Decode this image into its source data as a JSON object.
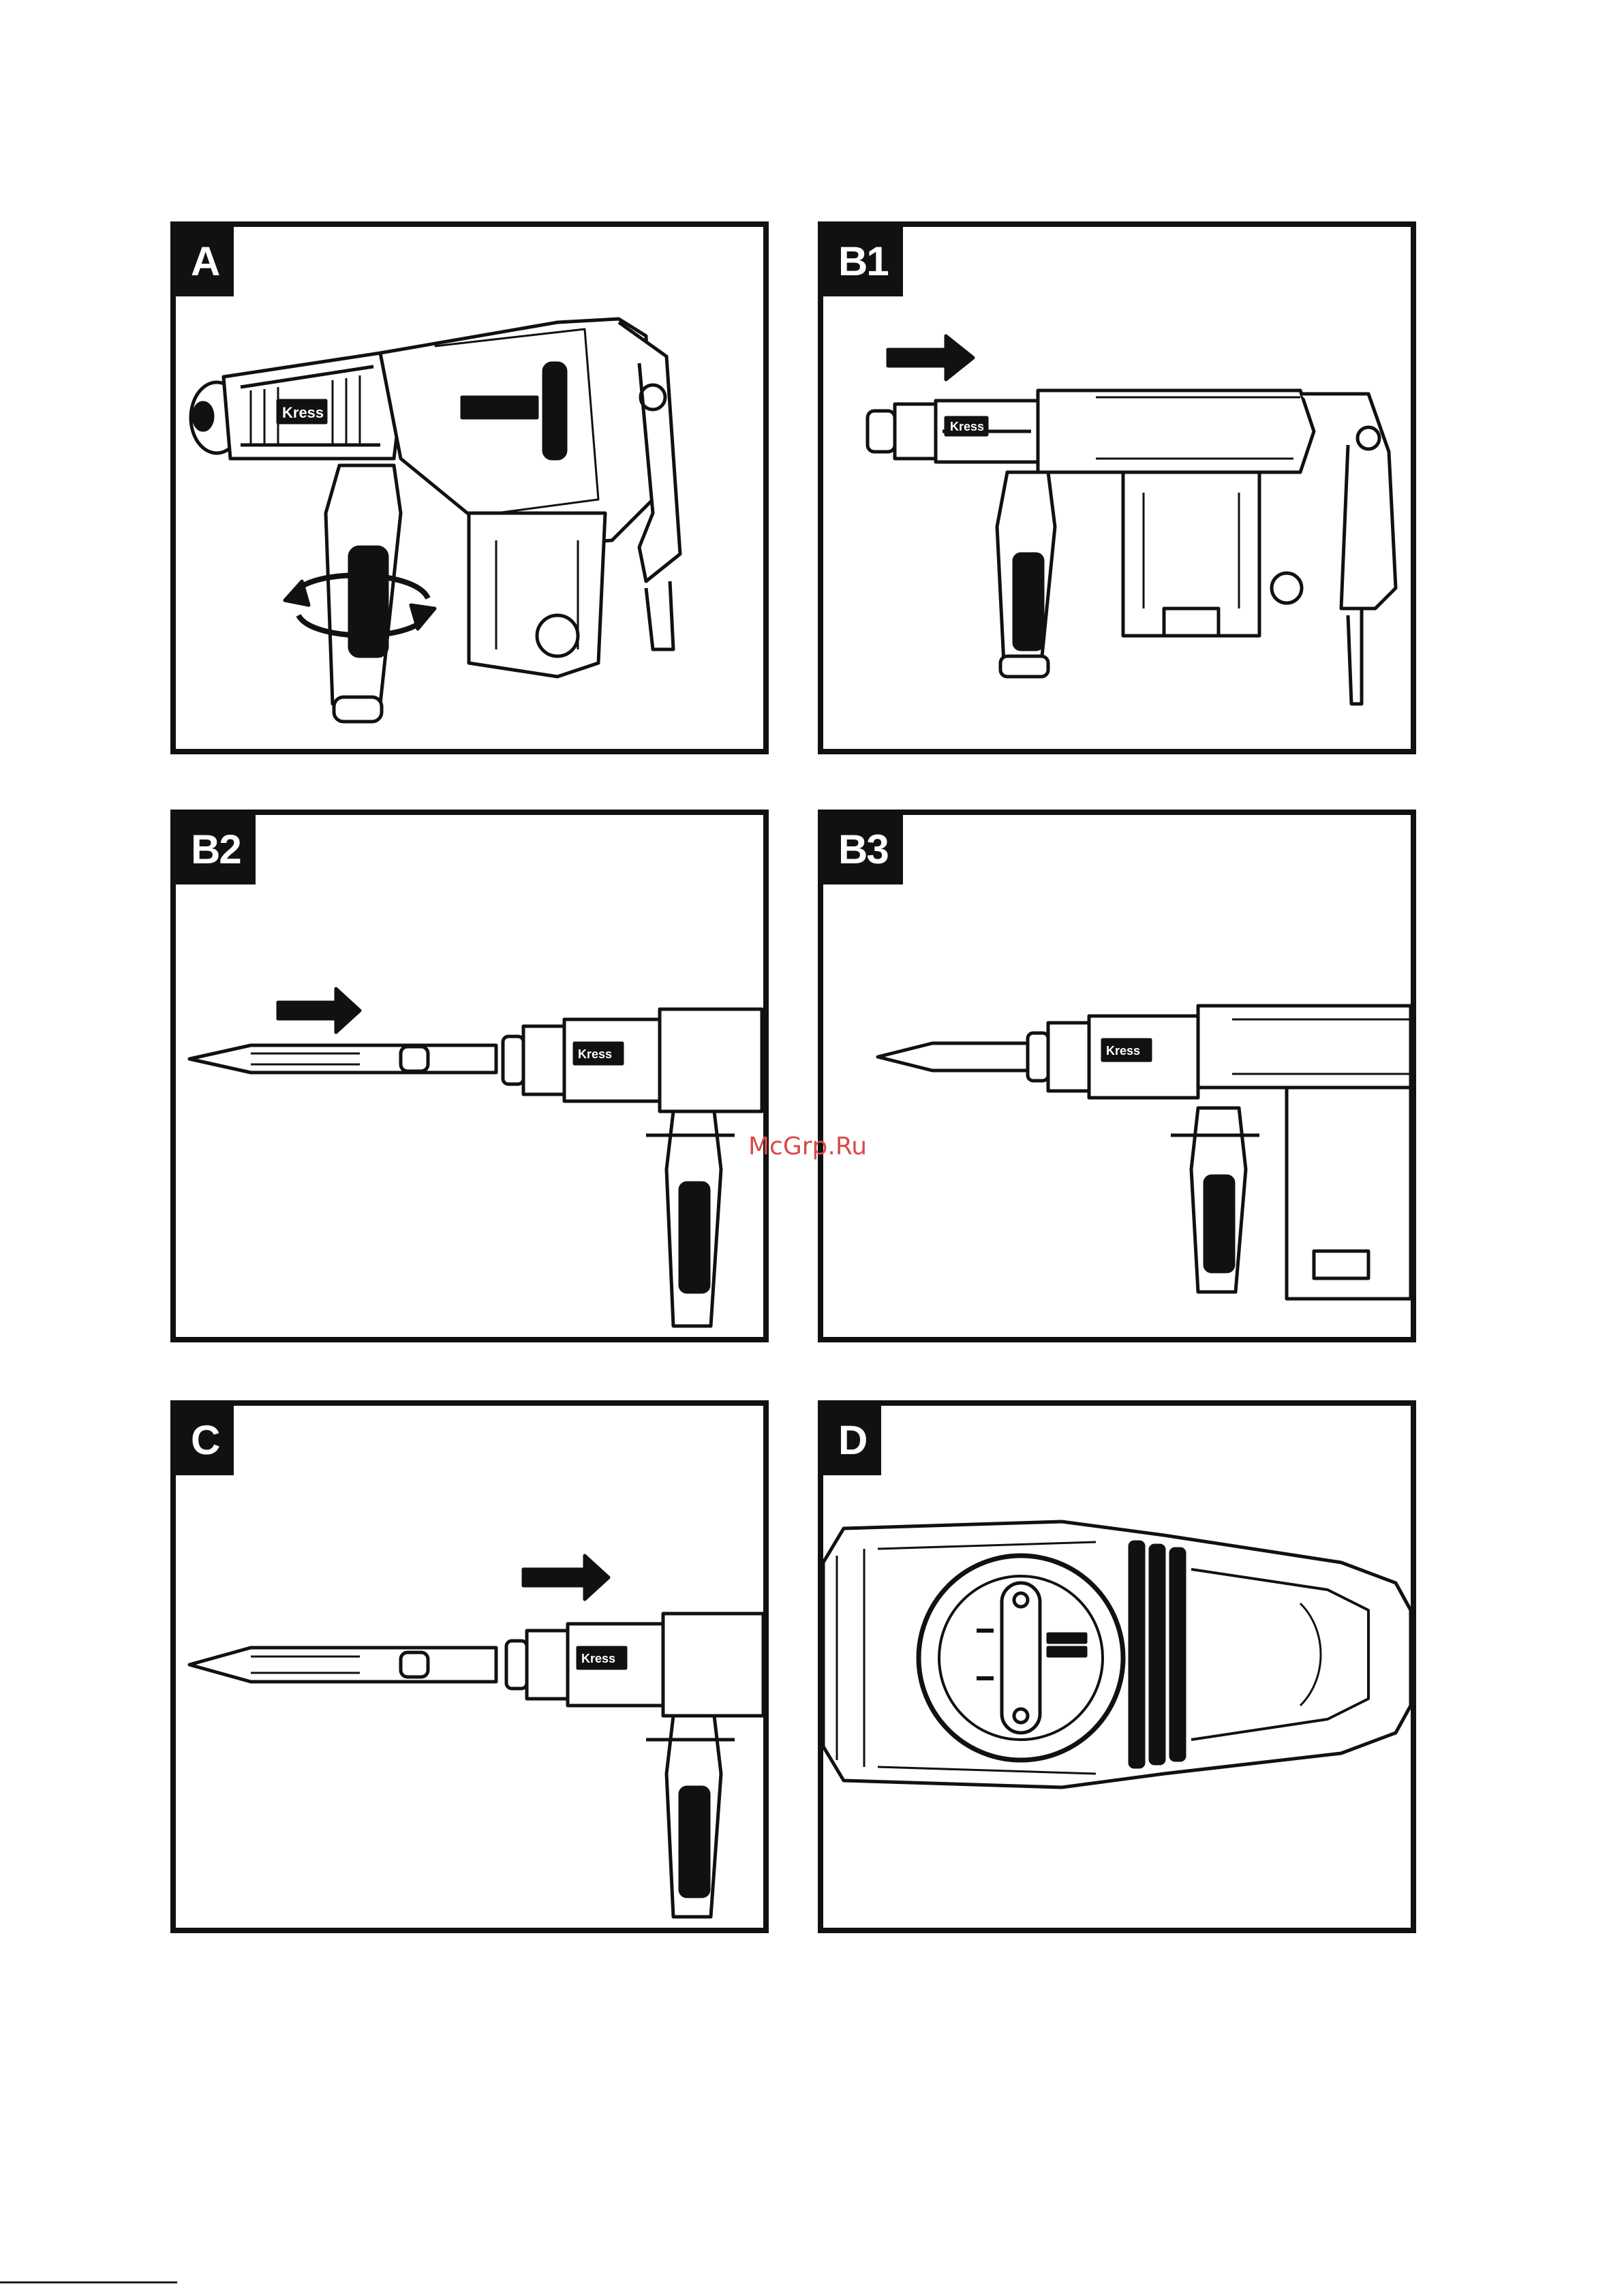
{
  "panels": {
    "a": {
      "label": "A",
      "logo": "Kress"
    },
    "b1": {
      "label": "B1",
      "logo": "Kress"
    },
    "b2": {
      "label": "B2",
      "logo": "Kress"
    },
    "b3": {
      "label": "B3",
      "logo": "Kress"
    },
    "c": {
      "label": "C",
      "logo": "Kress"
    },
    "d": {
      "label": "D"
    }
  },
  "watermark": "McGrp.Ru",
  "colors": {
    "ink": "#111111",
    "watermark": "#d94a4a"
  }
}
